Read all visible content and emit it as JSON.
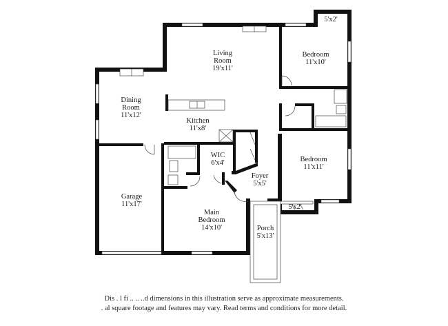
{
  "rooms": {
    "living_name": "Living",
    "living_sub": "Room",
    "living_dim": "19'x11'",
    "bedroom1_name": "Bedroom",
    "bedroom1_dim": "11'x10'",
    "closet1_dim": "5'x2'",
    "dining_name": "Dining",
    "dining_sub": "Room",
    "dining_dim": "11'x12'",
    "kitchen_name": "Kitchen",
    "kitchen_dim": "11'x8'",
    "wic_name": "WIC",
    "wic_dim": "6'x4'",
    "bedroom2_name": "Bedroom",
    "bedroom2_dim": "11'x11'",
    "foyer_name": "Foyer",
    "foyer_dim": "5'x5'",
    "closet2_dim": "5'x2'",
    "garage_name": "Garage",
    "garage_dim": "11'x17'",
    "main_name": "Main",
    "main_sub": "Bedroom",
    "main_dim": "14'x10'",
    "porch_name": "Porch",
    "porch_dim": "5'x13'"
  },
  "disclaimer": {
    "line1": "Dis  .   l  fi  ..   ..  ..d dimensions in this illustration serve as approximate measurements.",
    "line2": ".  al square footage and features may vary. Read terms and conditions for more detail."
  }
}
